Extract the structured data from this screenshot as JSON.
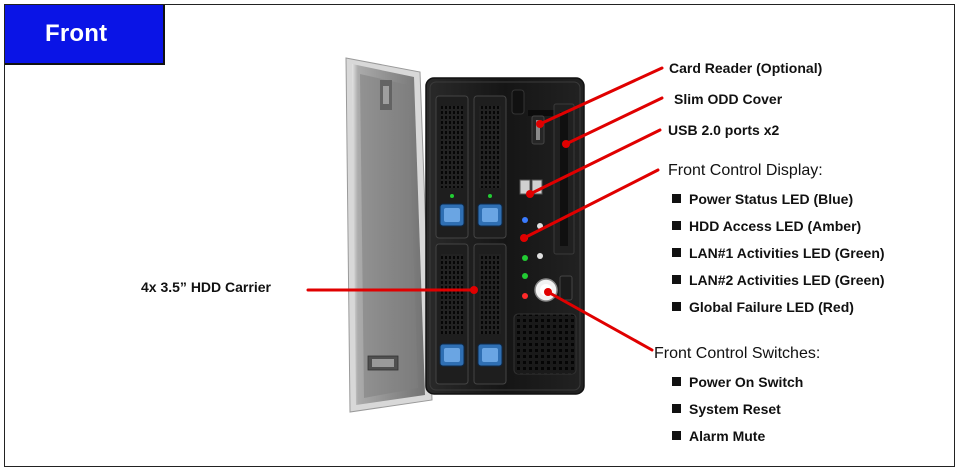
{
  "title": "Front",
  "labels": {
    "card_reader": "Card Reader (Optional)",
    "slim_odd": "Slim ODD Cover",
    "usb": "USB 2.0 ports x2",
    "hdd_carrier": "4x 3.5” HDD Carrier"
  },
  "display": {
    "heading": "Front Control Display:",
    "items": [
      "Power Status LED (Blue)",
      "HDD Access LED (Amber)",
      "LAN#1 Activities LED (Green)",
      "LAN#2 Activities LED (Green)",
      "Global Failure LED (Red)"
    ]
  },
  "switches": {
    "heading": "Front Control Switches:",
    "items": [
      "Power On Switch",
      "System Reset",
      "Alarm Mute"
    ]
  },
  "colors": {
    "title_bg": "#0a14e6",
    "callout_line": "#e00000",
    "led_blue": "#3a7bff",
    "led_amber": "#ffd000",
    "led_green": "#22cc33",
    "led_red": "#ff2a2a"
  }
}
